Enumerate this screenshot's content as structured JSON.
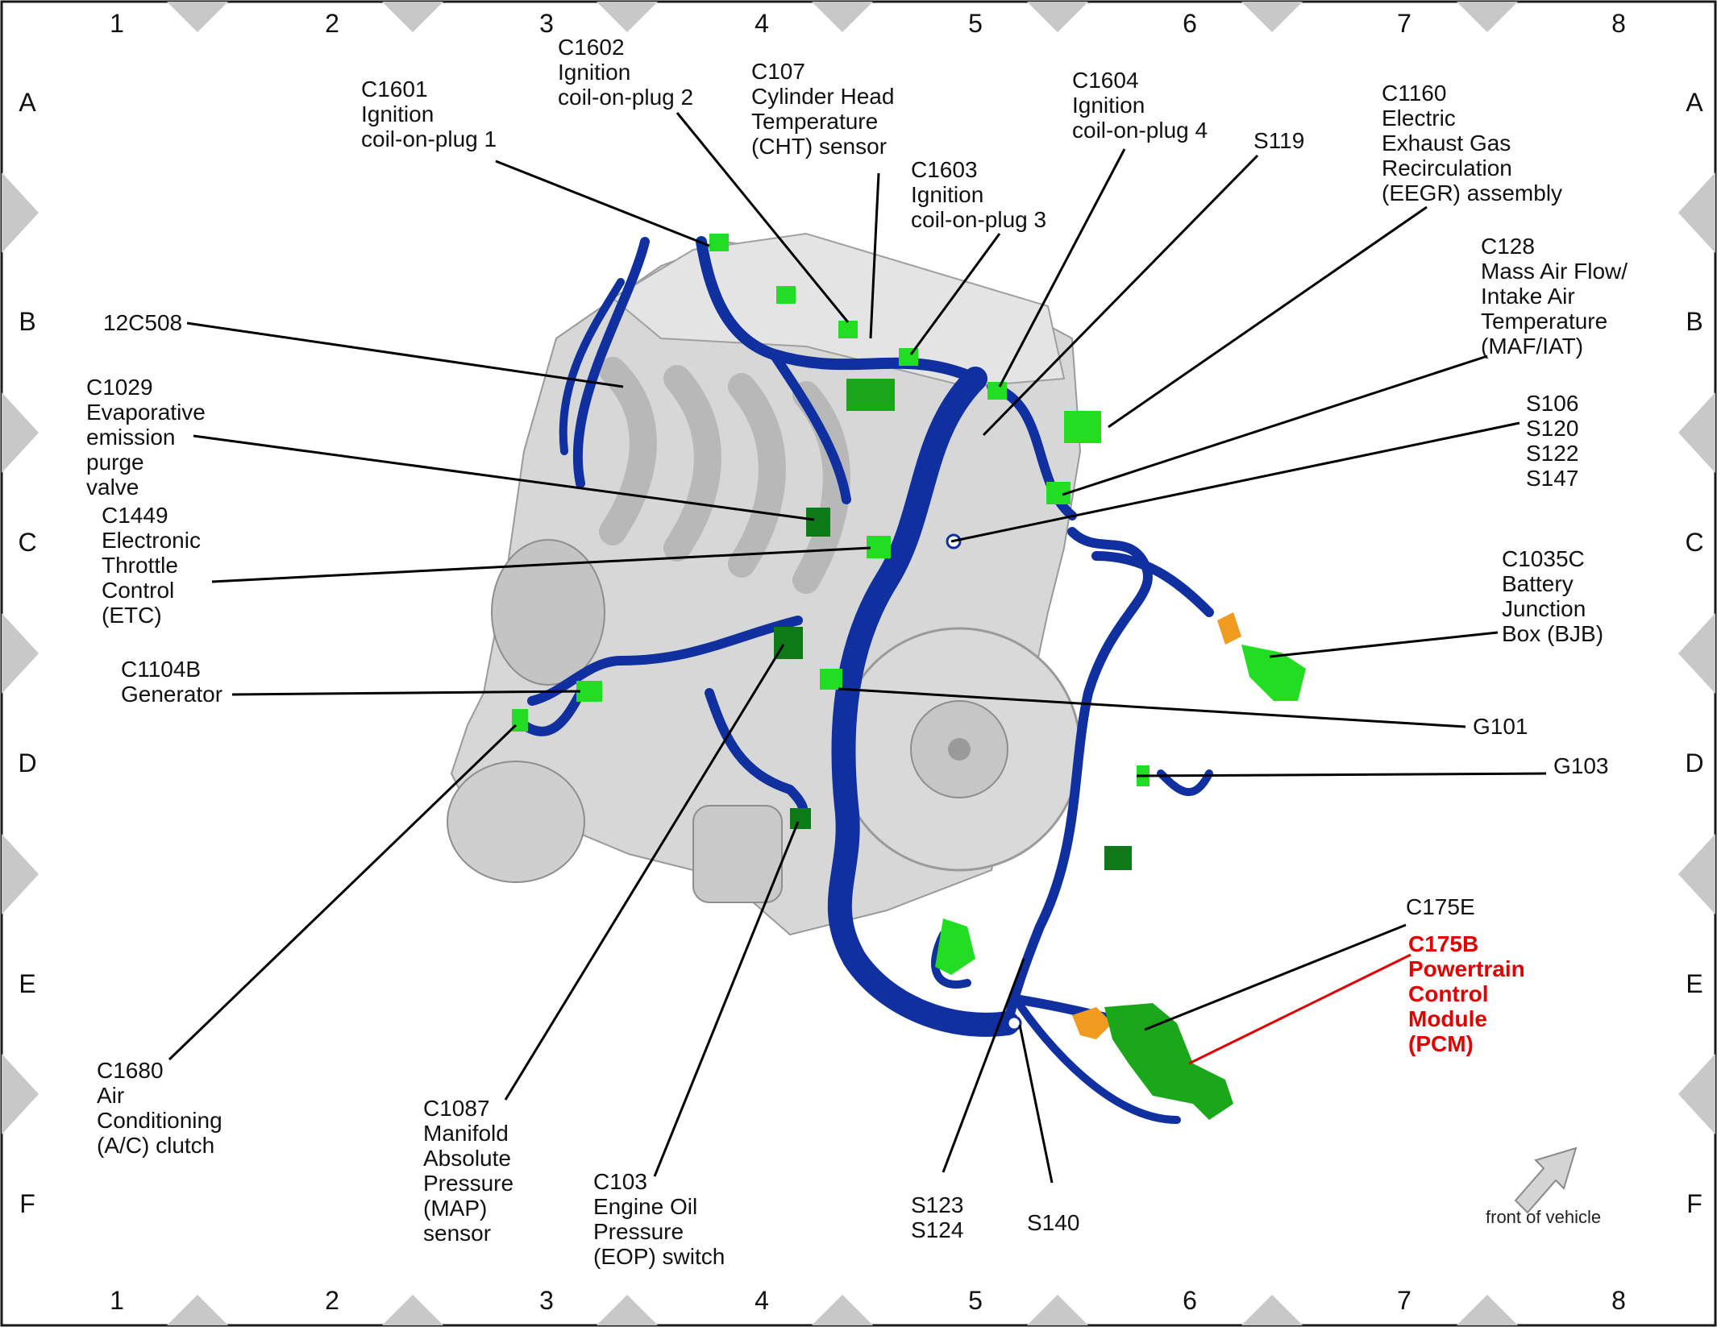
{
  "grid": {
    "columns": [
      "1",
      "2",
      "3",
      "4",
      "5",
      "6",
      "7",
      "8"
    ],
    "rows": [
      "A",
      "B",
      "C",
      "D",
      "E",
      "F"
    ]
  },
  "colors": {
    "harness": "#1030a0",
    "connector": "#22dd22",
    "connector_dark": "#0c7a16",
    "connector_orange": "#f09a20",
    "engine": "#cfcfcf",
    "highlight": "#e00000",
    "border_notch": "#c8c8c8"
  },
  "callouts": [
    {
      "id": "c1601",
      "lines": [
        "C1601",
        "Ignition",
        "coil-on-plug 1"
      ]
    },
    {
      "id": "c1602",
      "lines": [
        "C1602",
        "Ignition",
        "coil-on-plug 2"
      ]
    },
    {
      "id": "c107",
      "lines": [
        "C107",
        "Cylinder Head",
        "Temperature",
        "(CHT) sensor"
      ]
    },
    {
      "id": "c1603",
      "lines": [
        "C1603",
        "Ignition",
        "coil-on-plug 3"
      ]
    },
    {
      "id": "c1604",
      "lines": [
        "C1604",
        "Ignition",
        "coil-on-plug 4"
      ]
    },
    {
      "id": "s119",
      "lines": [
        "S119"
      ]
    },
    {
      "id": "c1160",
      "lines": [
        "C1160",
        "Electric",
        "Exhaust Gas",
        "Recirculation",
        "(EEGR) assembly"
      ]
    },
    {
      "id": "c128",
      "lines": [
        "C128",
        "Mass Air Flow/",
        "Intake Air",
        "Temperature",
        "(MAF/IAT)"
      ]
    },
    {
      "id": "s106",
      "lines": [
        "S106",
        "S120",
        "S122",
        "S147"
      ]
    },
    {
      "id": "c1035c",
      "lines": [
        "C1035C",
        "Battery",
        "Junction",
        "Box (BJB)"
      ]
    },
    {
      "id": "g101",
      "lines": [
        "G101"
      ]
    },
    {
      "id": "g103",
      "lines": [
        "G103"
      ]
    },
    {
      "id": "c175e",
      "lines": [
        "C175E"
      ]
    },
    {
      "id": "c175b",
      "lines": [
        "C175B",
        "Powertrain",
        "Control",
        "Module",
        "(PCM)"
      ]
    },
    {
      "id": "s123",
      "lines": [
        "S123",
        "S124"
      ]
    },
    {
      "id": "s140",
      "lines": [
        "S140"
      ]
    },
    {
      "id": "c103",
      "lines": [
        "C103",
        "Engine Oil",
        "Pressure",
        "(EOP) switch"
      ]
    },
    {
      "id": "c1087",
      "lines": [
        "C1087",
        "Manifold",
        "Absolute",
        "Pressure",
        "(MAP)",
        "sensor"
      ]
    },
    {
      "id": "c1680",
      "lines": [
        "C1680",
        "Air",
        "Conditioning",
        "(A/C) clutch"
      ]
    },
    {
      "id": "c1104b",
      "lines": [
        "C1104B",
        "Generator"
      ]
    },
    {
      "id": "c1449",
      "lines": [
        "C1449",
        "Electronic",
        "Throttle",
        "Control",
        "(ETC)"
      ]
    },
    {
      "id": "c1029",
      "lines": [
        "C1029",
        "Evaporative",
        "emission",
        "purge",
        "valve"
      ]
    },
    {
      "id": "12c508",
      "lines": [
        "12C508"
      ]
    }
  ],
  "front_note": "front of vehicle"
}
